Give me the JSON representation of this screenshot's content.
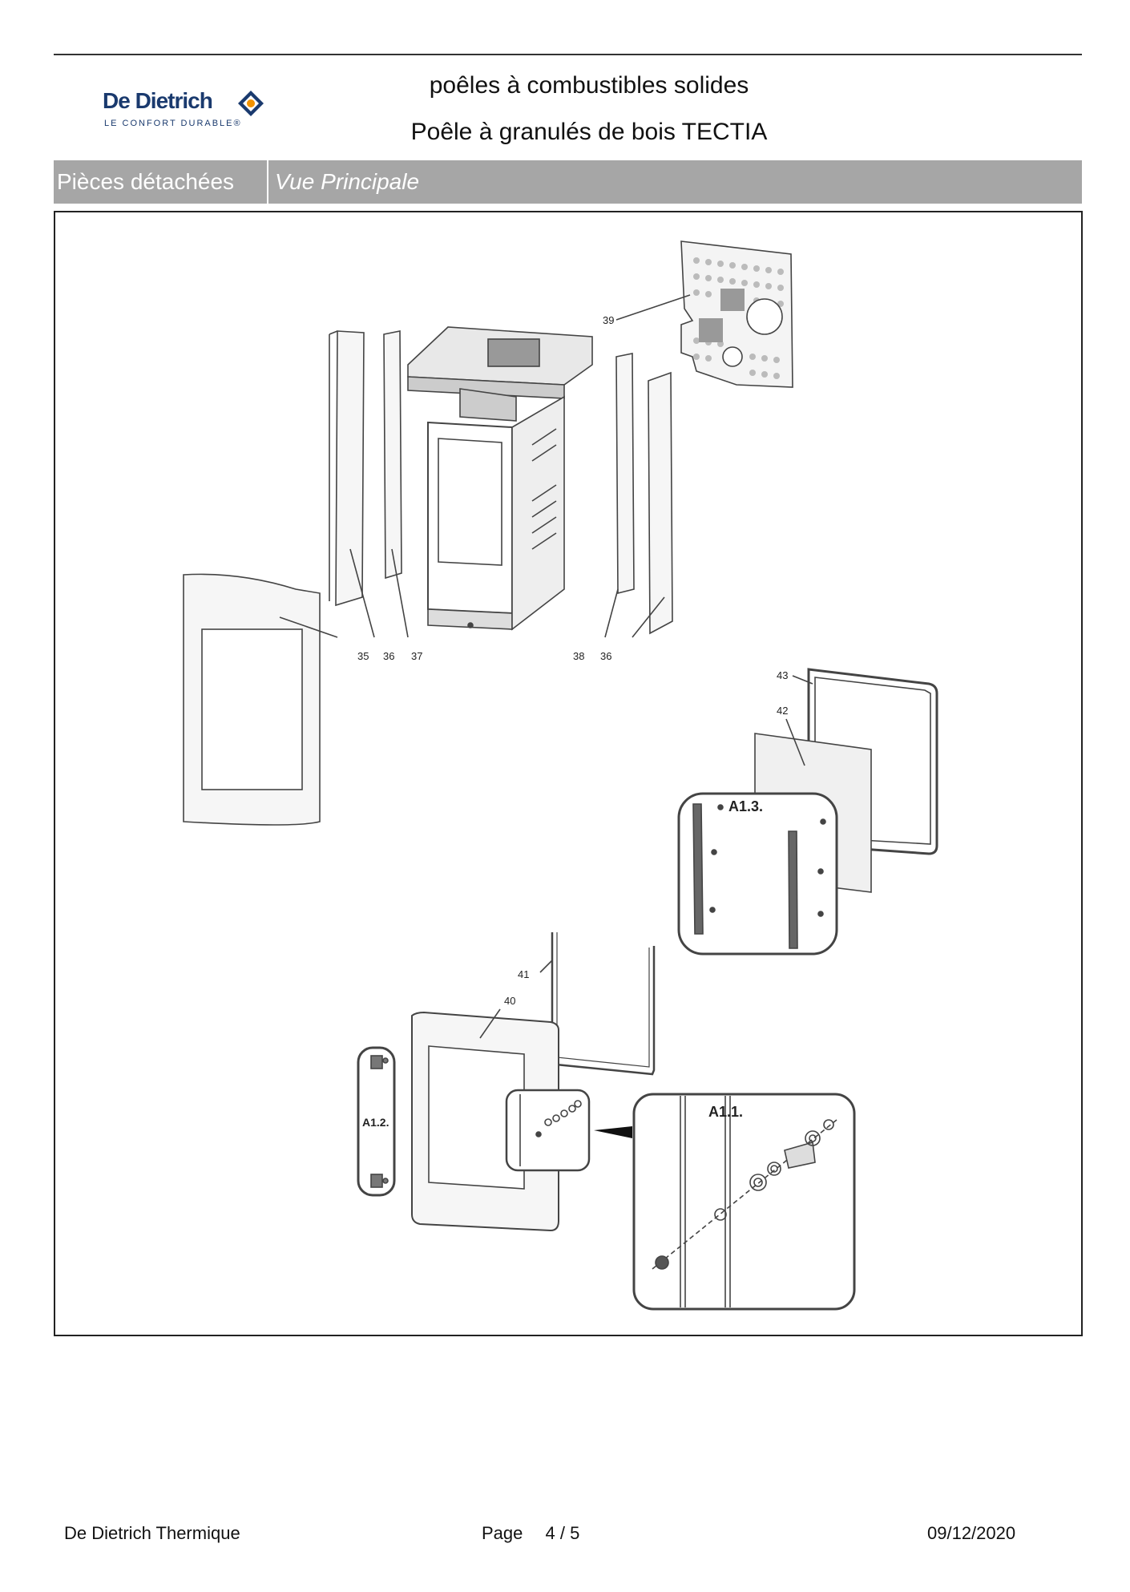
{
  "header": {
    "brand": "De Dietrich",
    "tagline": "LE CONFORT DURABLE®",
    "title_line1": "poêles à combustibles solides",
    "title_line2": "Poêle à granulés de bois TECTIA"
  },
  "bar": {
    "section": "Pièces détachées",
    "view": "Vue Principale"
  },
  "diagram": {
    "callouts": {
      "c35": "35",
      "c36a": "36",
      "c37": "37",
      "c38": "38",
      "c36b": "36",
      "c39": "39",
      "c40": "40",
      "c41": "41",
      "c42": "42",
      "c43": "43"
    },
    "detail_labels": {
      "a11": "A1.1.",
      "a12": "A1.2.",
      "a13": "A1.3."
    }
  },
  "footer": {
    "company": "De Dietrich Thermique",
    "page_label": "Page",
    "page_value": "4  /  5",
    "date": "09/12/2020"
  },
  "colors": {
    "bar_bg": "#a6a6a6",
    "brand_blue": "#1a3a6e",
    "brand_orange": "#f29200"
  }
}
